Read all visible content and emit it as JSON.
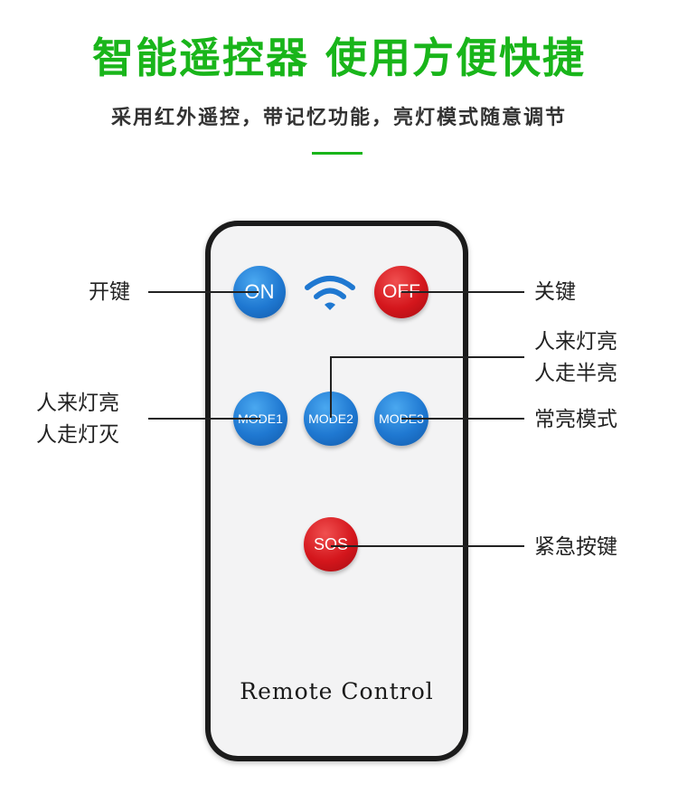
{
  "header": {
    "title": "智能遥控器  使用方便快捷",
    "subtitle": "采用红外遥控，带记忆功能，亮灯模式随意调节",
    "accent_color": "#19b51a"
  },
  "remote": {
    "brand_text": "Remote Control",
    "buttons": {
      "on": "ON",
      "off": "OFF",
      "mode1": "MODE1",
      "mode2": "MODE2",
      "mode3": "MODE3",
      "sos": "SOS"
    },
    "signal_icon": "wifi-signal-icon",
    "button_colors": {
      "blue": "#1f78d1",
      "red": "#d4161c"
    }
  },
  "callouts": {
    "on": "开键",
    "off": "关键",
    "mode1": [
      "人来灯亮",
      "人走灯灭"
    ],
    "mode2": [
      "人来灯亮",
      "人走半亮"
    ],
    "mode3": "常亮模式",
    "sos": "紧急按键"
  }
}
